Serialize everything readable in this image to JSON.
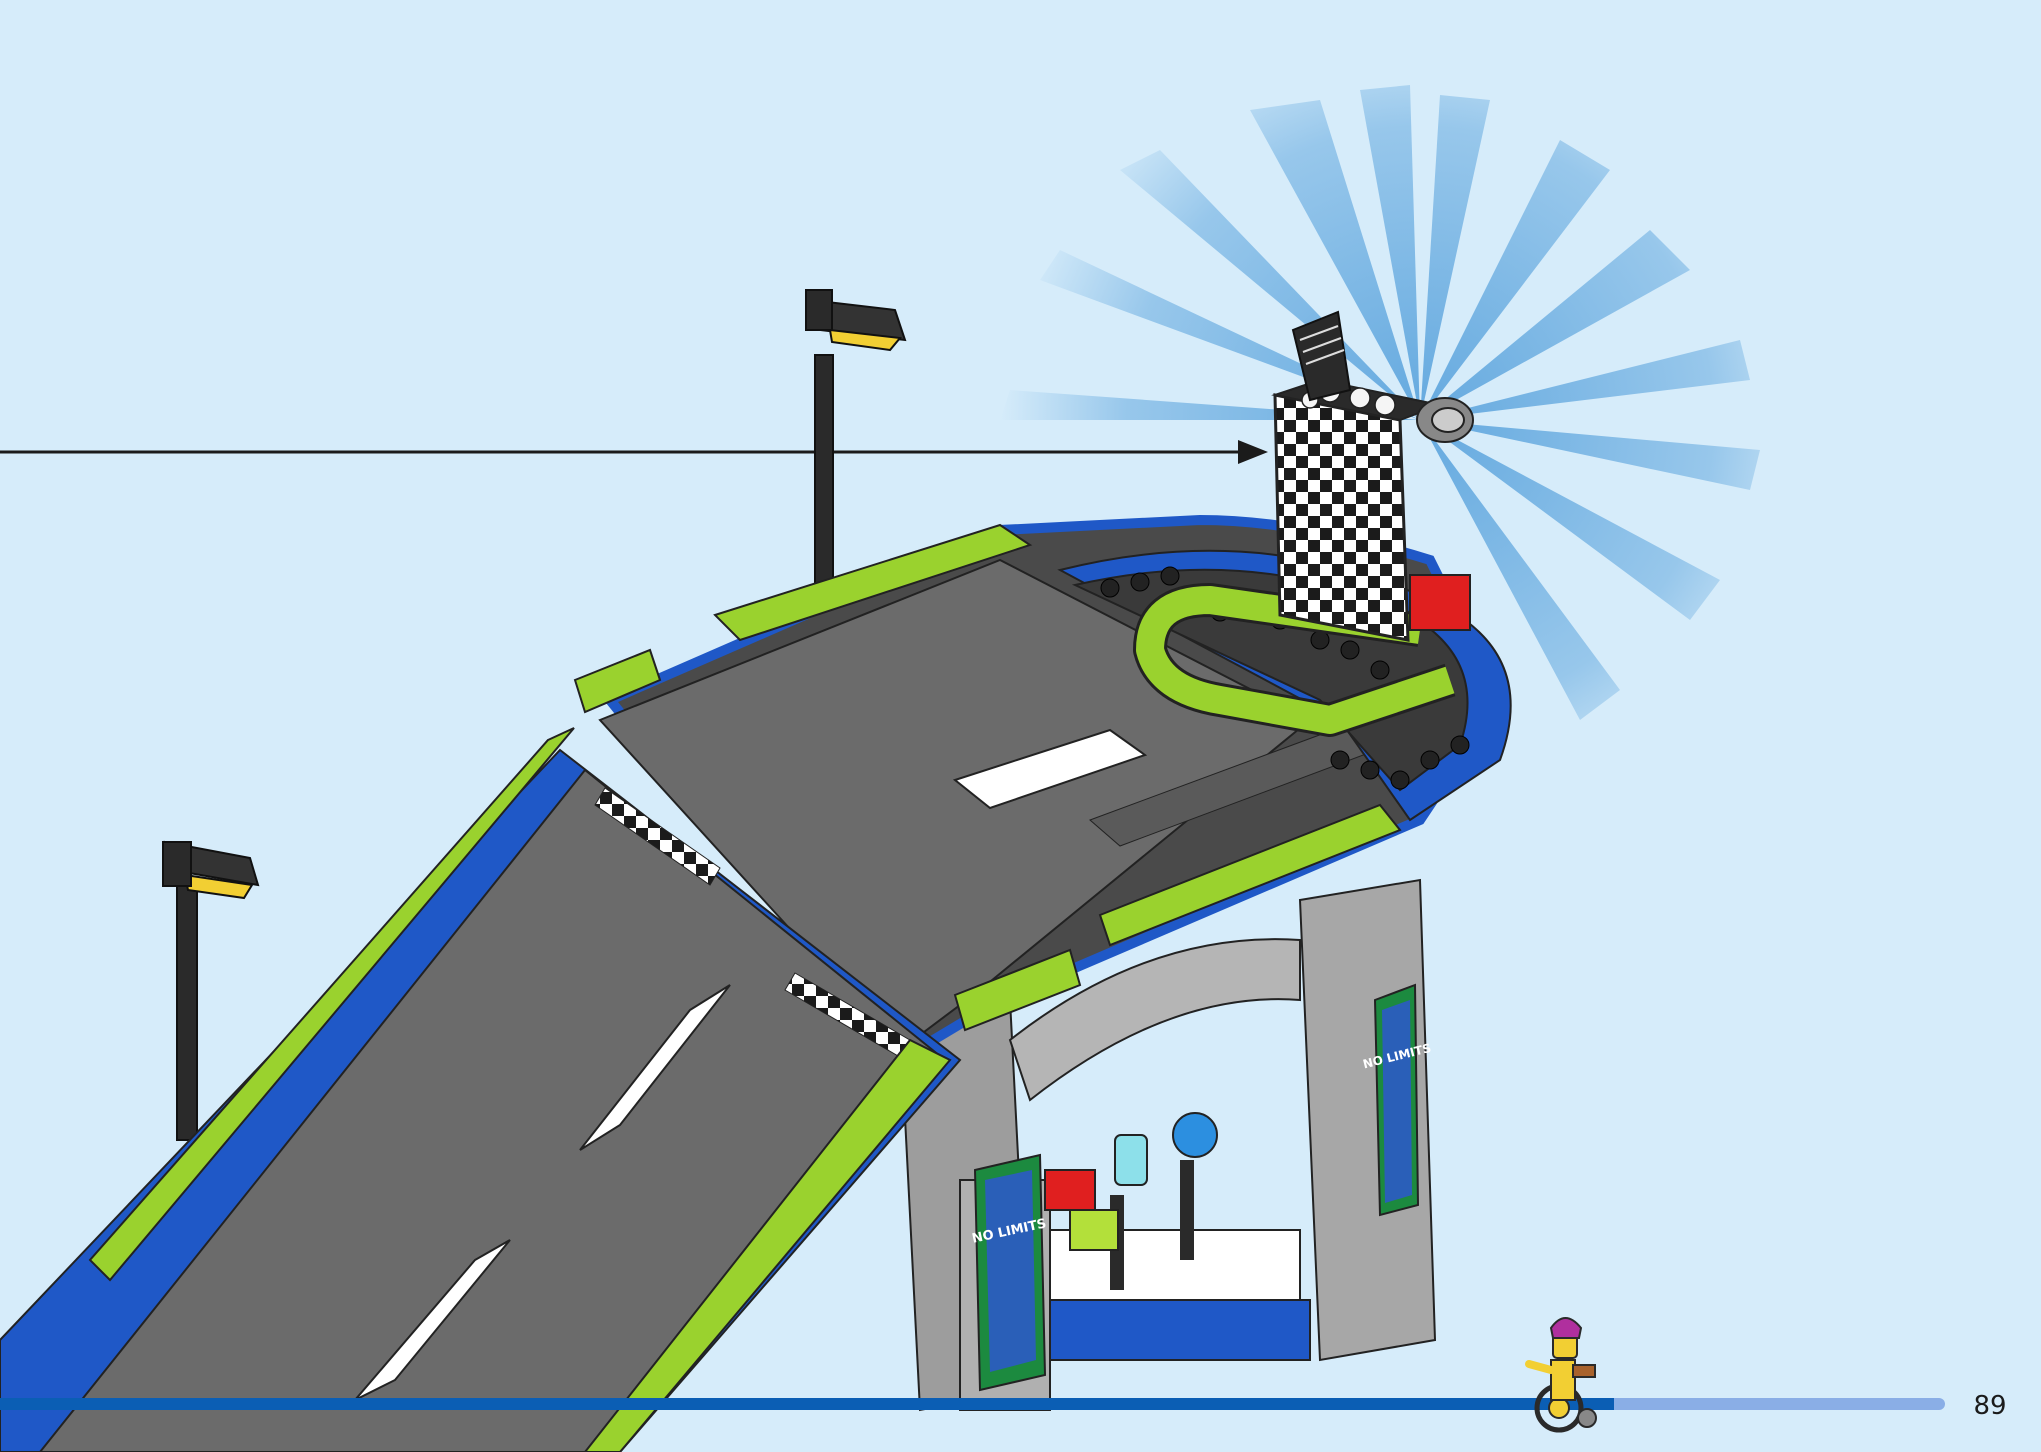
{
  "page": {
    "number": "89",
    "colors": {
      "background": "#d6ecfa",
      "progress_done": "#0b5eb4",
      "progress_remaining": "#8aaee6",
      "highlight_rays": "#64a9df",
      "ramp_surface": "#6b6b6b",
      "ramp_edge": "#9ad22e",
      "ramp_frame": "#1f58c7",
      "support_grey": "#a3a3a3"
    }
  },
  "progress": {
    "fraction_complete": 0.83
  },
  "illustration": {
    "banners": [
      {
        "text": "NO LIMITS"
      },
      {
        "text": "NO LIMITS"
      }
    ]
  }
}
